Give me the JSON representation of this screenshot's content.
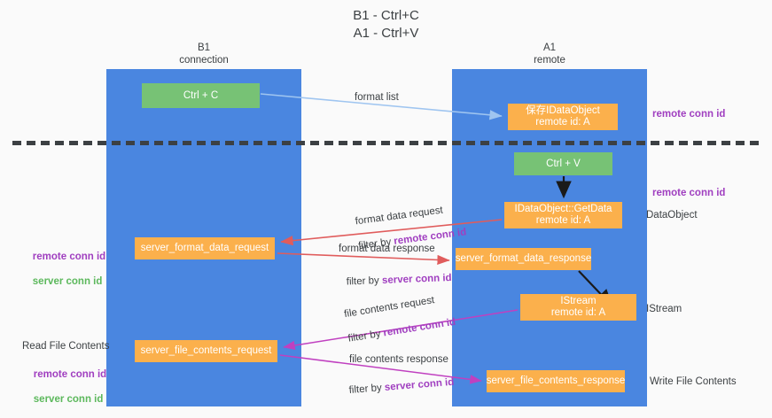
{
  "title": "B1 - Ctrl+C\nA1 - Ctrl+V",
  "lanes": {
    "left": {
      "header": "B1\nconnection",
      "color": "#4a86e0"
    },
    "right": {
      "header": "A1\nremote",
      "color": "#4a86e0"
    }
  },
  "colors": {
    "lane": "#4a86e0",
    "green_box": "#77c275",
    "orange_box": "#fbb04c",
    "purple_text": "#a03fc0",
    "green_text": "#5cb85c",
    "dark_text": "#3c4043",
    "red_arrow": "#e05c5c",
    "magenta_arrow": "#c040c0",
    "blue_arrow": "#9fc5f0",
    "black_arrow": "#1a1a1a",
    "background": "#fafafa"
  },
  "boxes": {
    "ctrl_c": "Ctrl + C",
    "idataobject": "保存IDataObject\nremote id: A",
    "ctrl_v": "Ctrl + V",
    "getdata": "IDataObject::GetData\nremote id: A",
    "server_format_data_request": "server_format_data_request",
    "server_format_data_response": "server_format_data_response",
    "istream": "IStream\nremote id: A",
    "server_file_contents_request": "server_file_contents_request",
    "server_file_contents_response": "server_file_contents_response"
  },
  "annotations": {
    "format_list": "format list",
    "format_data_request": "format data request",
    "format_data_request_filter_prefix": "filter by ",
    "format_data_request_filter_value": "remote conn id",
    "format_data_response": "format data response",
    "format_data_response_filter_prefix": "filter by ",
    "format_data_response_filter_value": "server conn id",
    "file_contents_request": "file contents request",
    "file_contents_request_filter_prefix": "filter by ",
    "file_contents_request_filter_value": "remote conn id",
    "file_contents_response": "file contents response",
    "file_contents_response_filter_prefix": "filter by ",
    "file_contents_response_filter_value": "server conn id",
    "right_remote_conn_id_top": "remote conn id",
    "right_remote_conn_id_mid": "remote conn id",
    "right_dataobject": "DataObject",
    "right_istream": "IStream",
    "right_write_file_contents": "Write File Contents",
    "left_read_file_contents": "Read File Contents",
    "left_remote_conn_id_1": "remote conn id",
    "left_server_conn_id_1": "server conn id",
    "left_remote_conn_id_2": "remote conn id",
    "left_server_conn_id_2": "server conn id"
  }
}
